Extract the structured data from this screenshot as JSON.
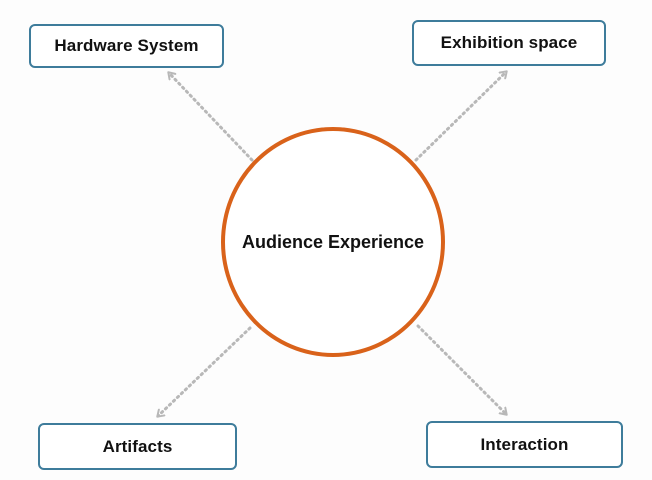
{
  "diagram": {
    "center": {
      "label": "Audience Experience",
      "border_color": "#d9621a"
    },
    "nodes": [
      {
        "id": "hardware",
        "label": "Hardware System"
      },
      {
        "id": "exhibition",
        "label": "Exhibition space"
      },
      {
        "id": "artifacts",
        "label": "Artifacts"
      },
      {
        "id": "interaction",
        "label": "Interaction"
      }
    ],
    "box_border_color": "#3e7c9b",
    "arrow_color": "#b8b8b8",
    "arrow_style": "dotted",
    "edges": [
      {
        "from": "center",
        "to": "hardware"
      },
      {
        "from": "center",
        "to": "exhibition"
      },
      {
        "from": "center",
        "to": "artifacts"
      },
      {
        "from": "center",
        "to": "interaction"
      }
    ]
  }
}
